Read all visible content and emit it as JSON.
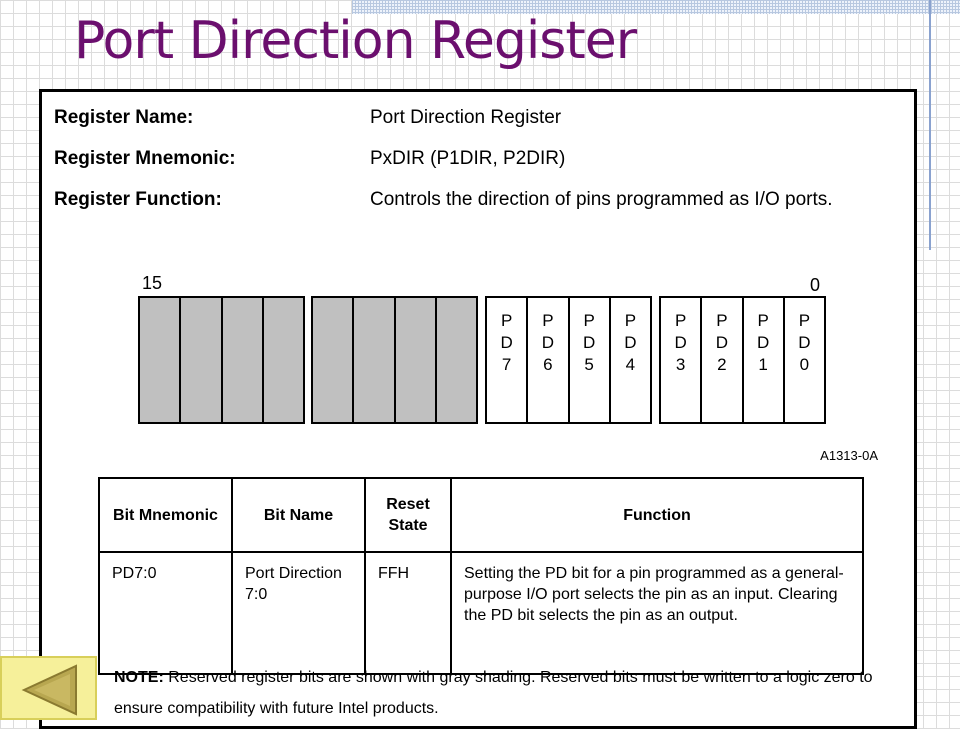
{
  "slide": {
    "title": "Port Direction Register"
  },
  "register": {
    "name_label": "Register Name:",
    "name_value": "Port Direction Register",
    "mnemonic_label": "Register Mnemonic:",
    "mnemonic_value": "PxDIR (P1DIR, P2DIR)",
    "function_label": "Register Function:",
    "function_value": "Controls the direction of pins programmed as I/O ports."
  },
  "bit_diagram": {
    "msb_index": "15",
    "lsb_index": "0",
    "figure_id": "A1313-0A",
    "reserved_bits": 8,
    "bits": [
      "P\nD\n7",
      "P\nD\n6",
      "P\nD\n5",
      "P\nD\n4",
      "P\nD\n3",
      "P\nD\n2",
      "P\nD\n1",
      "P\nD\n0"
    ]
  },
  "bit_table": {
    "headers": [
      "Bit Mnemonic",
      "Bit Name",
      "Reset State",
      "Function"
    ],
    "rows": [
      [
        "PD7:0",
        "Port Direction 7:0",
        "FFH",
        "Setting the PD bit for a pin programmed as a general-purpose I/O port selects the pin as an input. Clearing the PD bit selects the pin as an output."
      ]
    ]
  },
  "note": {
    "label": "NOTE:",
    "text": "Reserved register bits are shown with gray shading. Reserved bits must be written to a logic zero to ensure compatibility with future Intel products."
  },
  "navigation": {
    "back_icon": "left-triangle-icon"
  },
  "colors": {
    "title": "#6b0f6e",
    "reserved": "#c0c0c0",
    "back_button": "#f6f09a",
    "back_arrow": "#b8a750"
  }
}
